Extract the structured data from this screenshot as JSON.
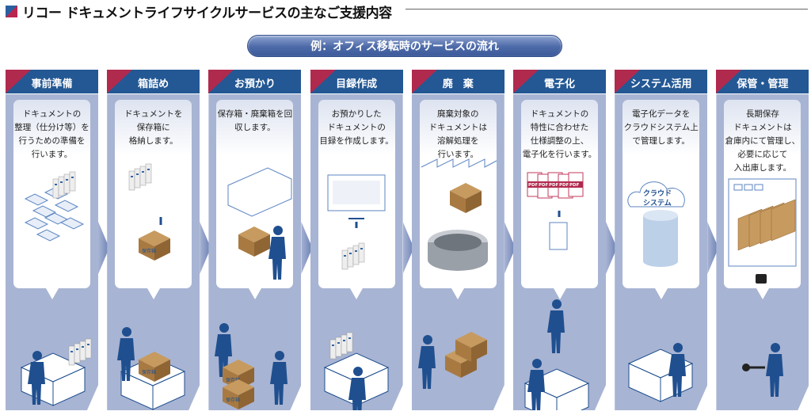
{
  "title": "リコー ドキュメントライフサイクルサービスの主なご支援内容",
  "banner": "例：オフィス移転時のサービスの流れ",
  "colors": {
    "header_blue": "#235894",
    "header_red": "#b02a4e",
    "column_bg": "#a8b4d3"
  },
  "steps": [
    {
      "label": "事前準備",
      "desc": "ドキュメントの\n整理（仕分け等）を\n行うための準備を\n行います。"
    },
    {
      "label": "箱詰め",
      "desc": "ドキュメントを\n保存箱に\n格納します。",
      "box_label": "保存箱"
    },
    {
      "label": "お預かり",
      "desc": "保存箱・廃棄箱を回\n収します。",
      "box_label": "保存箱"
    },
    {
      "label": "目録作成",
      "desc": "お預かりした\nドキュメントの\n目録を作成します。"
    },
    {
      "label": "廃　棄",
      "desc": "廃棄対象の\nドキュメントは\n溶解処理を\n行います。"
    },
    {
      "label": "電子化",
      "desc": "ドキュメントの\n特性に合わせた\n仕様調整の上、\n電子化を行います。",
      "file_label": "PDF"
    },
    {
      "label": "システム活用",
      "desc": "電子化データを\nクラウドシステム上\nで管理します。",
      "cloud_label": "クラウド\nシステム"
    },
    {
      "label": "保管・管理",
      "desc": "長期保存\nドキュメントは\n倉庫内にて管理し、\n必要に応じて\n入出庫します。"
    }
  ]
}
